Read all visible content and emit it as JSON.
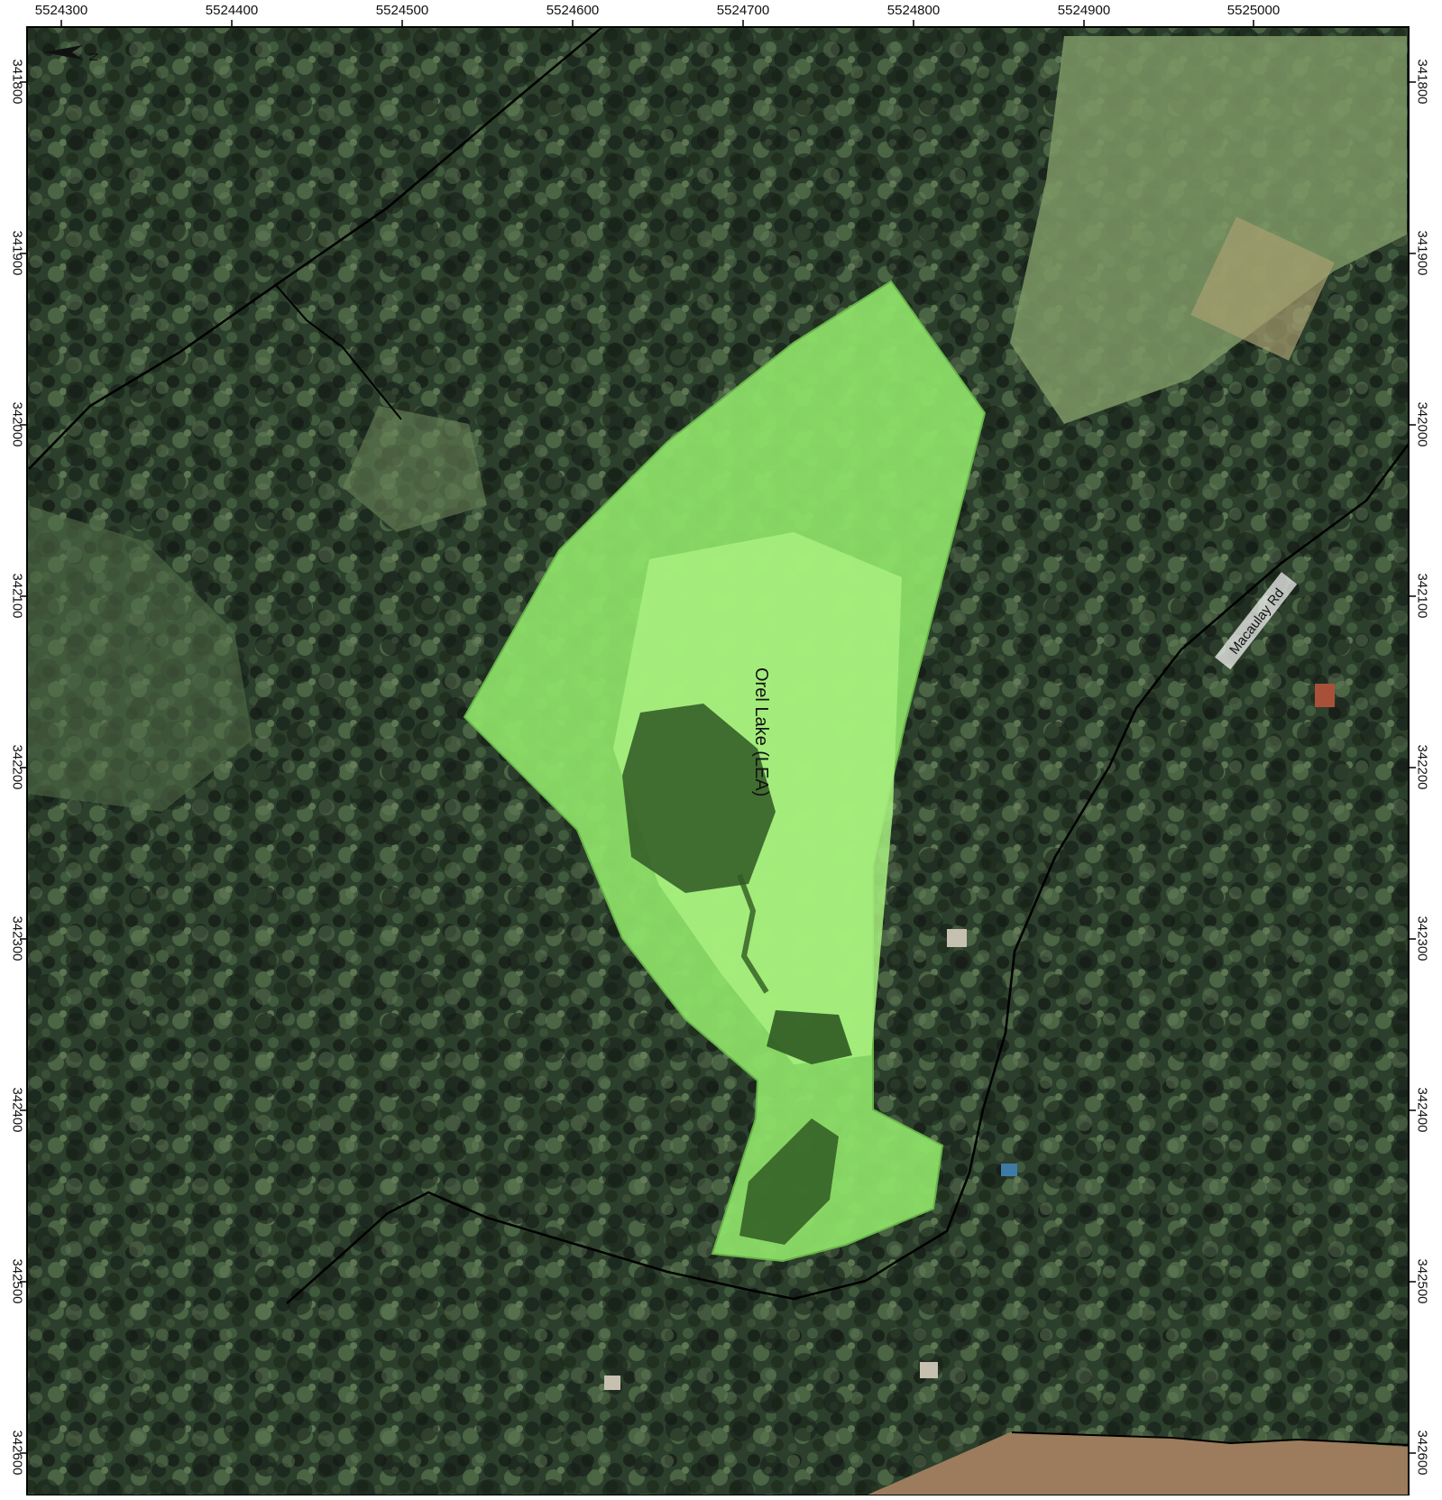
{
  "map": {
    "north_arrow": {
      "label": "N",
      "icon": "north-arrow-icon"
    },
    "lake_label": "Orel Lake (LEA)",
    "road_label": "Macaulay Rd",
    "x_ticks": [
      "5524300",
      "5524400",
      "5524500",
      "5524600",
      "5524700",
      "5524800",
      "5524900",
      "5525000"
    ],
    "y_ticks": [
      "341800",
      "341900",
      "342000",
      "342100",
      "342200",
      "342300",
      "342400",
      "342500",
      "342600"
    ],
    "colors": {
      "forest_dark": "#1f2d22",
      "forest_mid": "#3a5236",
      "meadow": "#6e8b52",
      "lake_fill": "#8fe36a",
      "lake_inner": "#2f5a22",
      "field": "#9b7a5a",
      "road": "#000000",
      "frame": "#000000"
    }
  }
}
